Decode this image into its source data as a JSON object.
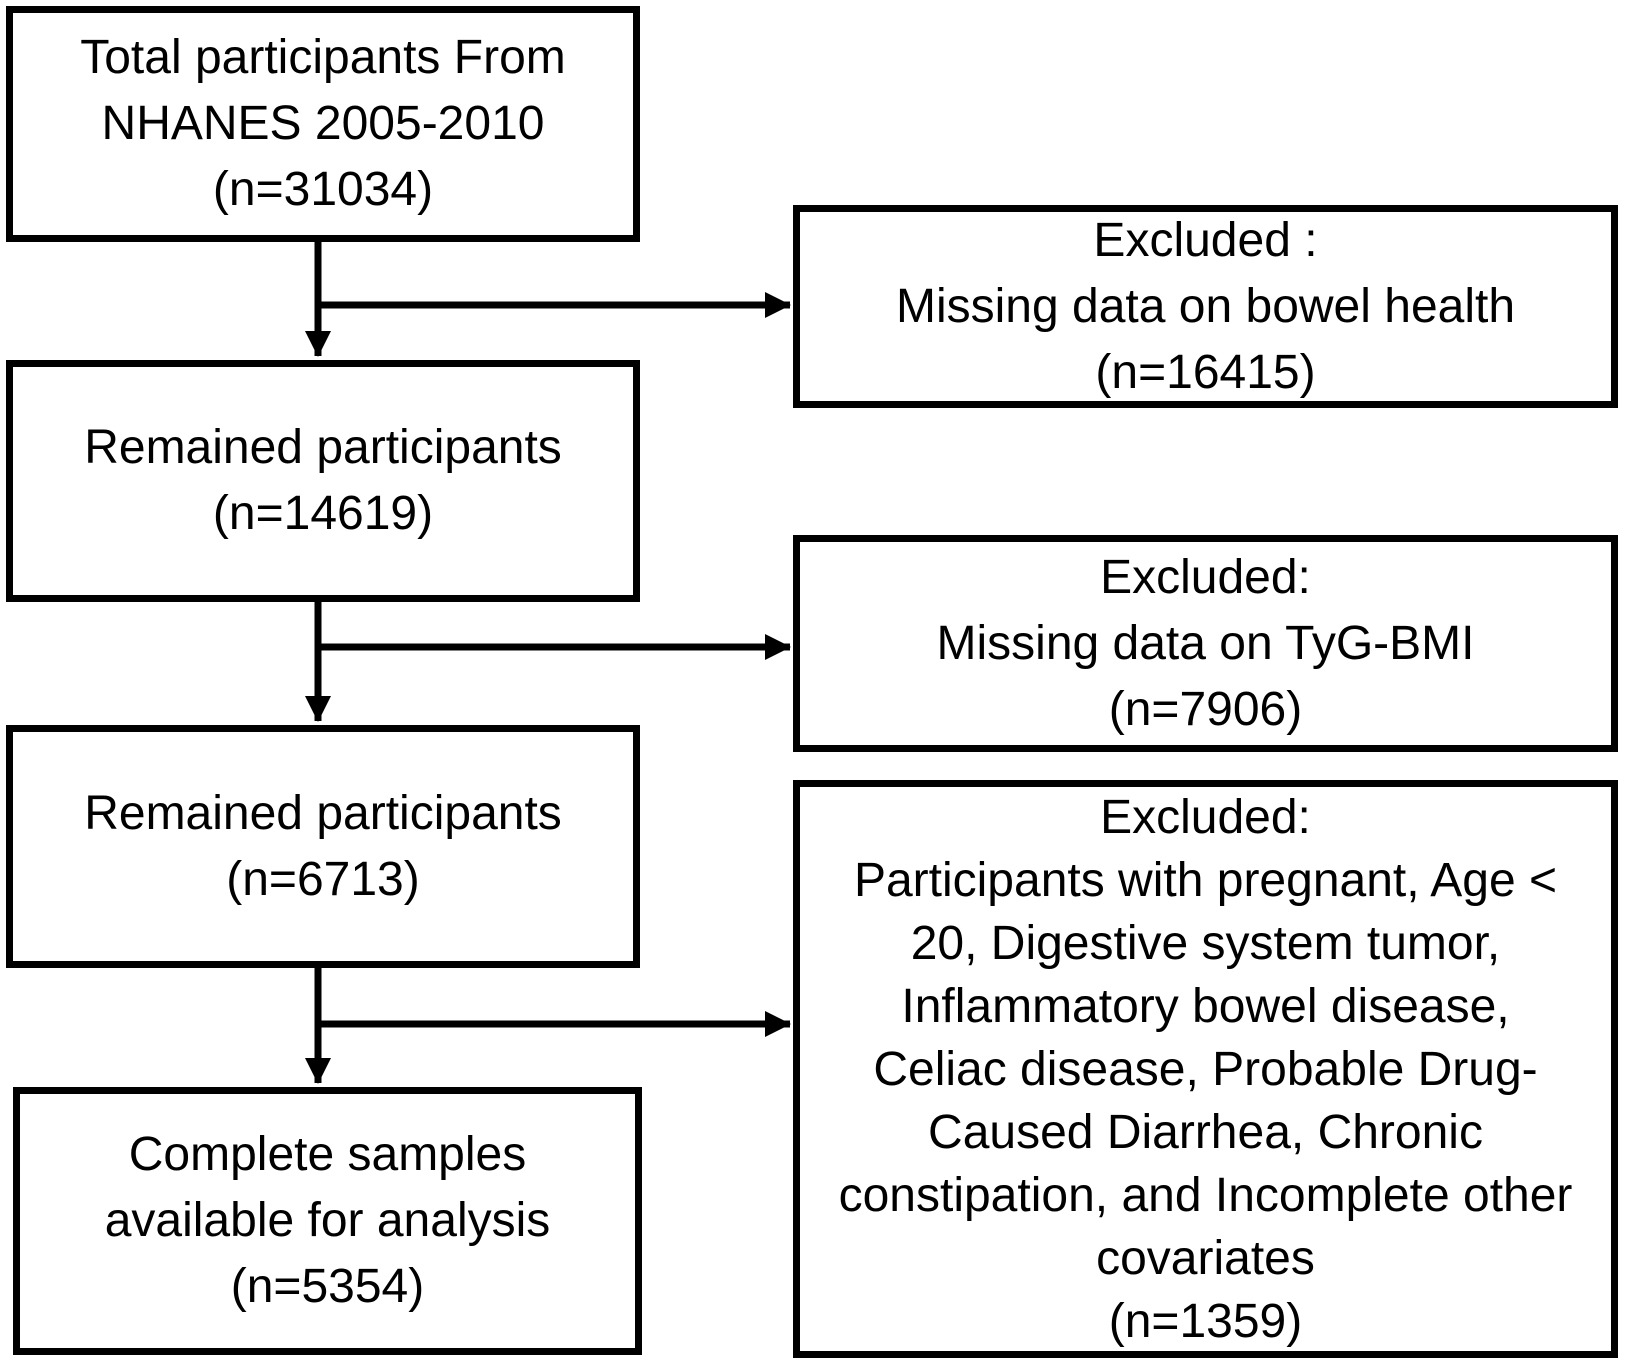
{
  "colors": {
    "background": "#ffffff",
    "line": "#000000",
    "text": "#000000"
  },
  "boxes": {
    "total": {
      "text": "Total participants From\nNHANES 2005-2010\n(n=31034)"
    },
    "excluded_bowel": {
      "text": "Excluded :\nMissing data on bowel health\n(n=16415)"
    },
    "remained_1": {
      "text": "Remained participants\n(n=14619)"
    },
    "excluded_tyg": {
      "text": "Excluded:\nMissing data on TyG-BMI\n(n=7906)"
    },
    "remained_2": {
      "text": "Remained participants\n(n=6713)"
    },
    "excluded_criteria": {
      "text": "Excluded:\nParticipants with pregnant, Age <\n20, Digestive system tumor,\nInflammatory bowel disease,\nCeliac disease, Probable Drug-\nCaused Diarrhea, Chronic\nconstipation, and Incomplete other\ncovariates\n(n=1359)"
    },
    "complete": {
      "text": "Complete samples\navailable for analysis\n(n=5354)"
    }
  },
  "edges": [
    {
      "from": "total",
      "to": "remained_1"
    },
    {
      "from": "total",
      "to": "excluded_bowel"
    },
    {
      "from": "remained_1",
      "to": "remained_2"
    },
    {
      "from": "remained_1",
      "to": "excluded_tyg"
    },
    {
      "from": "remained_2",
      "to": "complete"
    },
    {
      "from": "remained_2",
      "to": "excluded_criteria"
    }
  ]
}
